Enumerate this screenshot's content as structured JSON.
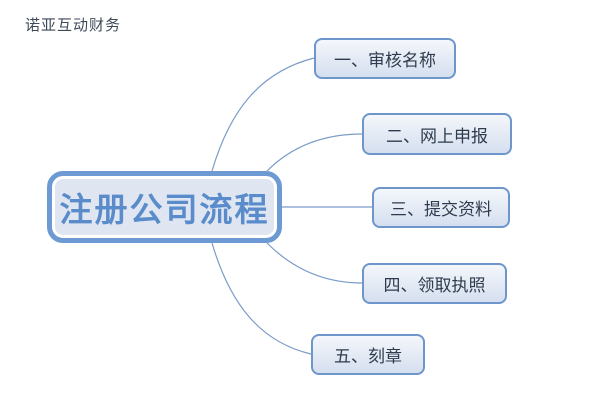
{
  "page": {
    "background_color": "#FFFFFF",
    "title": "诺亚互动财务",
    "title_color": "#3F4A58"
  },
  "diagram": {
    "type": "mindmap",
    "root": {
      "label": "注册公司流程",
      "fill_color": "#DFE6F1",
      "border_color": "#6D9AD3",
      "text_color": "#5A8CCB"
    },
    "branches": [
      {
        "label": "一、审核名称"
      },
      {
        "label": "二、网上申报"
      },
      {
        "label": "三、提交资料"
      },
      {
        "label": "四、领取执照"
      },
      {
        "label": "五、刻章"
      }
    ],
    "branch_style": {
      "border_color": "#6E96CB",
      "fill_top_color": "#F4F7FB",
      "fill_bottom_color": "#D5DFEF",
      "text_color": "#2E3B4E"
    },
    "connector_color": "#7B9CC9"
  }
}
